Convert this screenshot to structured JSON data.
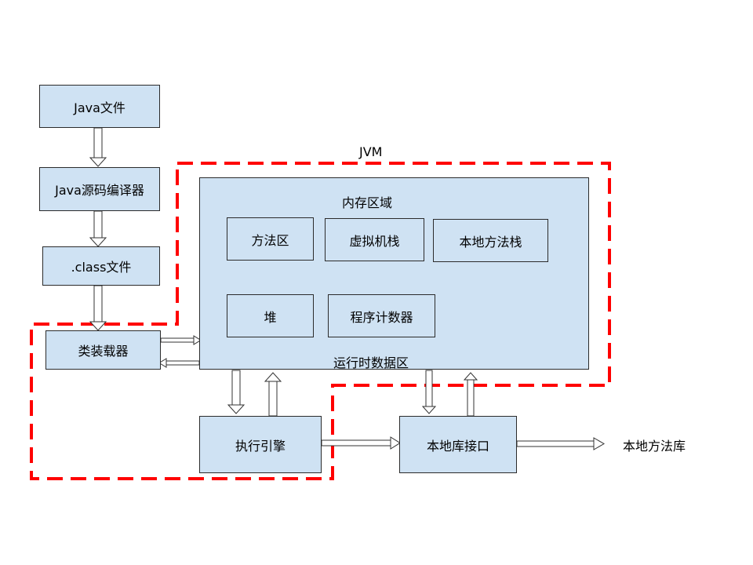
{
  "diagram": {
    "jvm_label": "JVM",
    "java_file": "Java文件",
    "java_compiler": "Java源码编译器",
    "class_file": ".class文件",
    "class_loader": "类装载器",
    "runtime_area": {
      "top_label": "内存区域",
      "bottom_label": "运行时数据区",
      "method_area": "方法区",
      "vm_stack": "虚拟机栈",
      "native_method_stack": "本地方法栈",
      "heap": "堆",
      "program_counter": "程序计数器"
    },
    "execution_engine": "执行引擎",
    "native_interface": "本地库接口",
    "native_library": "本地方法库"
  },
  "colors": {
    "box_fill": "#cfe2f3",
    "box_border": "#2b2b2b",
    "dashed_border": "#ff0000",
    "arrow_fill": "#ffffff"
  }
}
